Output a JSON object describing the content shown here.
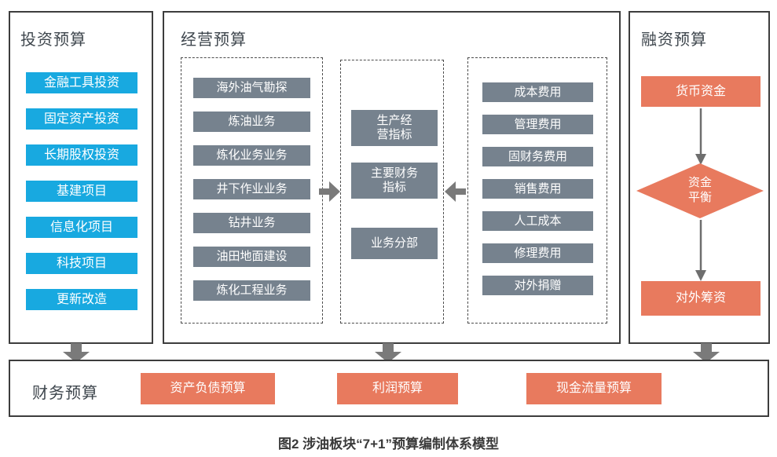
{
  "colors": {
    "blue": "#18a9e0",
    "gray": "#76828e",
    "orange": "#e87a5e",
    "arrow": "#7a7a7a"
  },
  "investment": {
    "title": "投资预算",
    "items": [
      "金融工具投资",
      "固定资产投资",
      "长期股权投资",
      "基建项目",
      "信息化项目",
      "科技项目",
      "更新改造"
    ]
  },
  "operating": {
    "title": "经营预算",
    "business_items": [
      "海外油气勘探",
      "炼油业务",
      "炼化业务业务",
      "井下作业业务",
      "钻井业务",
      "油田地面建设",
      "炼化工程业务"
    ],
    "indicator_items": [
      "生产经\n营指标",
      "主要财务\n指标",
      "业务分部"
    ],
    "cost_items": [
      "成本费用",
      "管理费用",
      "固财务费用",
      "销售费用",
      "人工成本",
      "修理费用",
      "对外捐赠"
    ]
  },
  "financing": {
    "title": "融资预算",
    "top_item": "货币资金",
    "diamond_label": "资金\n平衡",
    "bottom_item": "对外筹资"
  },
  "financial": {
    "title": "财务预算",
    "items": [
      "资产负债预算",
      "利润预算",
      "现金流量预算"
    ]
  },
  "caption": "图2  涉油板块“7+1”预算编制体系模型"
}
